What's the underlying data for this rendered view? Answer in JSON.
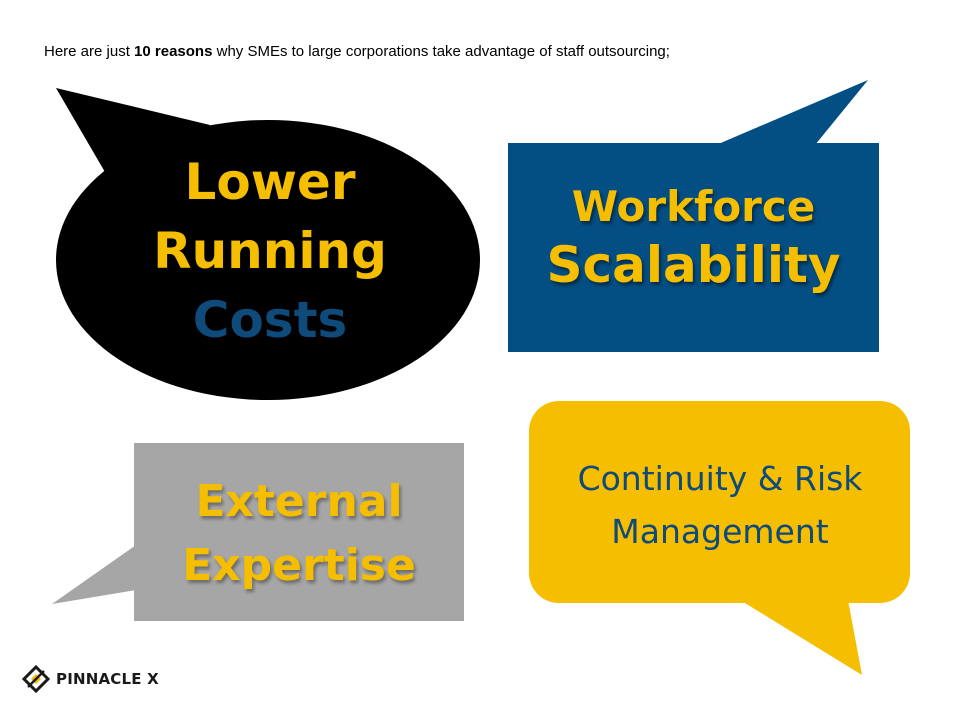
{
  "intro": {
    "prefix": "Here are just ",
    "bold": "10 reasons",
    "suffix": " why SMEs to large corporations take advantage of staff outsourcing;"
  },
  "bubbles": {
    "lower_running_costs": {
      "line1": "Lower",
      "line2": "Running",
      "line3": "Costs"
    },
    "workforce_scalability": {
      "line1": "Workforce",
      "line2": "Scalability"
    },
    "external_expertise": {
      "line1": "External",
      "line2": "Expertise"
    },
    "continuity_risk": {
      "line1": "Continuity & Risk",
      "line2": "Management"
    }
  },
  "logo": {
    "text": "PINNACLE X",
    "icon": "pinnacle-logo-icon"
  },
  "colors": {
    "gold": "#f6be00",
    "navy": "#034f84",
    "dark_blue_text": "#0e4a7a",
    "gray_box": "#a6a6a6",
    "black_bubble": "#000000"
  }
}
